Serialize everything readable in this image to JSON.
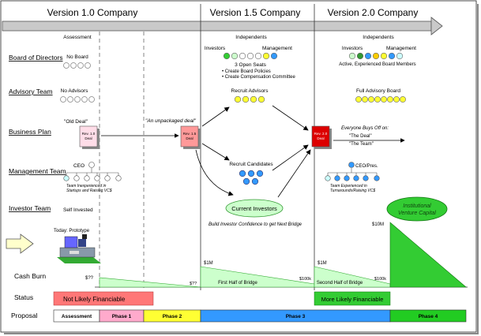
{
  "stages": [
    "Version 1.0 Company",
    "Version 1.5 Company",
    "Version 2.0 Company"
  ],
  "rows": {
    "board": "Board of Directors",
    "advisory": "Advisory Team",
    "business": "Business Plan",
    "management": "Management Team",
    "investor": "Investor Team",
    "cashburn": "Cash Burn",
    "status": "Status",
    "proposal": "Proposal"
  },
  "v1": {
    "assessment": "Assessment",
    "no_board": "No Board",
    "no_advisors": "No Advisors",
    "old_deal": "\"Old Deal\"",
    "deal_line1": "Rev. 1.0",
    "deal_line2": "Deal",
    "ceo": "CEO",
    "team_note1": "Team Inexperienced in",
    "team_note2": "Startups and Raising VC$",
    "self_invested": "Self Invested",
    "prototype": "Today: Prototype",
    "cash_start": "$??",
    "cash_end": "$??"
  },
  "v15": {
    "unpackaged": "\"An unpackaged deal\"",
    "deal_line1": "Rev. 1.5",
    "deal_line2": "Deal",
    "independents": "Independents",
    "investors": "Investors",
    "management": "Management",
    "open_seats": "3 Open Seats",
    "bullet1": "• Create Board Policies",
    "bullet2": "• Create Compensation Committee",
    "recruit_advisors": "Recruit Advisors",
    "recruit_candidates": "Recruit Candidates",
    "current_investors": "Current Investors",
    "build_confidence": "Build Investor Confidence to get Next Bridge",
    "cash_start": "$1M",
    "cash_end": "$100k",
    "cash_label": "First Half of Bridge"
  },
  "v2": {
    "deal_line1": "Rev. 2.0",
    "deal_line2": "Deal",
    "independents": "Independents",
    "investors": "Investors",
    "management": "Management",
    "board_members": "Active, Experienced Board Members",
    "full_advisory": "Full Advisory Board",
    "buys_off": "Everyone Buys Off on:",
    "the_deal": "\"The Deal\"",
    "the_team": "\"The Team\"",
    "ceo_pres": "CEO/Pres.",
    "team_note1": "Team Experienced in",
    "team_note2": "Turnarounds/Raising VC$",
    "vc_line1": "Institutional",
    "vc_line2": "Venture Capital",
    "cash_start": "$1M",
    "cash_end": "$100k",
    "cash_label": "Second Half of Bridge",
    "vc_amount": "$10M"
  },
  "status": {
    "not_likely": "Not Likely Financiable",
    "more_likely": "More Likely Financiable"
  },
  "proposal": {
    "assessment": "Assessment",
    "phase1": "Phase 1",
    "phase2": "Phase 2",
    "phase3": "Phase 3",
    "phase4": "Phase 4"
  },
  "colors": {
    "green": "#33cc33",
    "lightgreen": "#ccffcc",
    "yellow": "#ffff33",
    "blue": "#3399ff",
    "pink": "#ff9999",
    "red": "#ff3333",
    "darkred": "#cc0000",
    "lightpink": "#ffccdd",
    "cyan": "#ccffff",
    "orange": "#ffcc00",
    "gray": "#cccccc"
  }
}
